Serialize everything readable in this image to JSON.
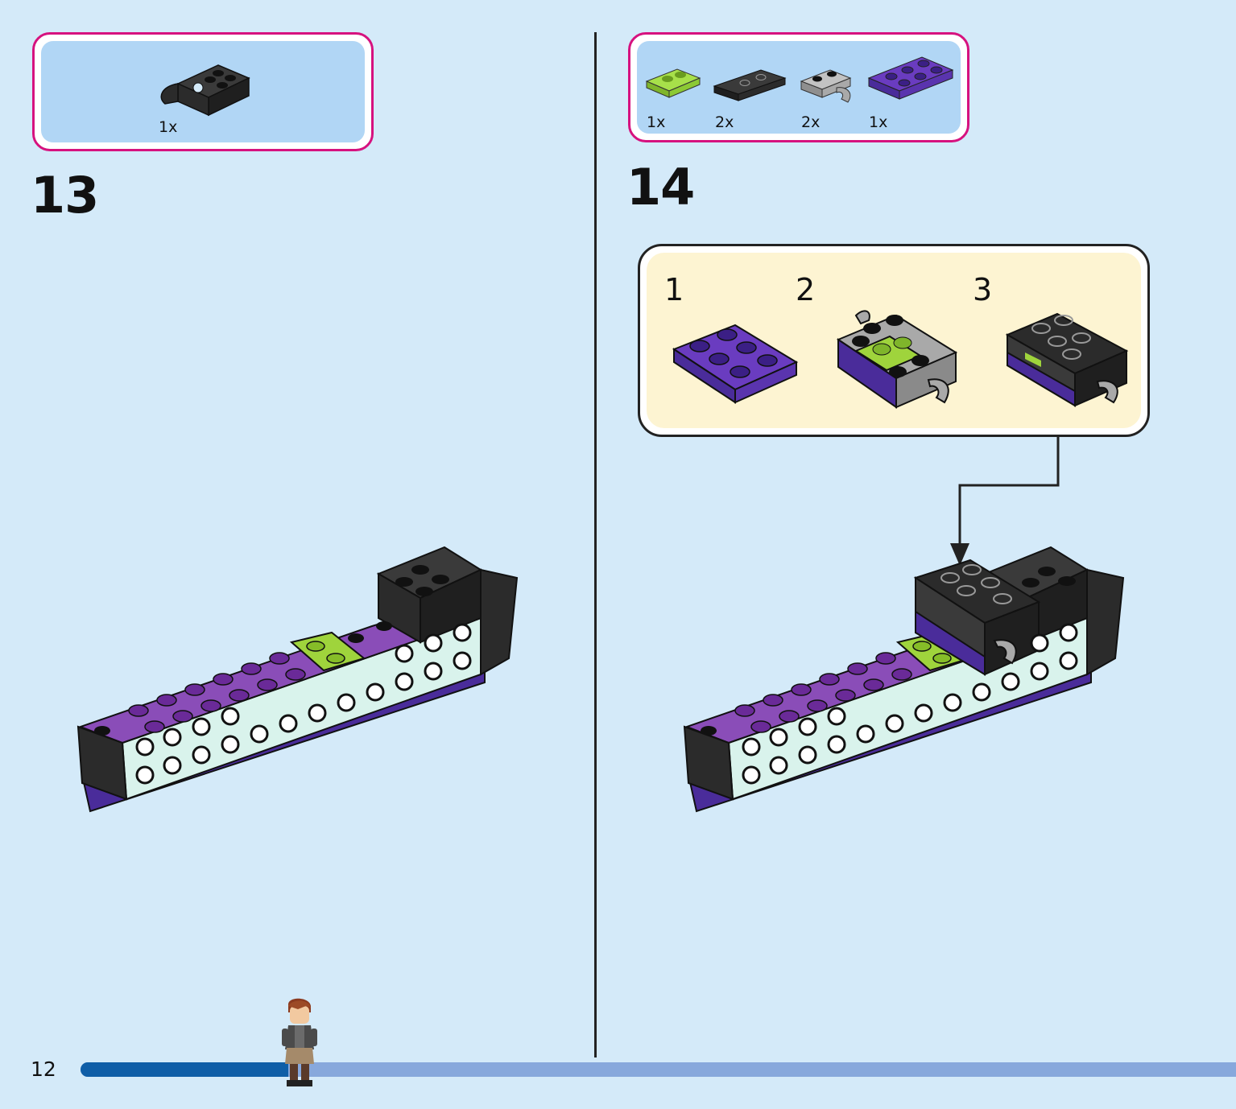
{
  "page": {
    "number": "12",
    "progress": 0.18
  },
  "steps": [
    {
      "number": "13",
      "parts": [
        {
          "qty": "1x",
          "piece": "black-clip-brick"
        }
      ]
    },
    {
      "number": "14",
      "parts": [
        {
          "qty": "1x",
          "piece": "lime-plate-1x2"
        },
        {
          "qty": "2x",
          "piece": "black-tile-1x2"
        },
        {
          "qty": "2x",
          "piece": "grey-clip-plate"
        },
        {
          "qty": "1x",
          "piece": "purple-plate-2x3"
        }
      ],
      "substeps": [
        "1",
        "2",
        "3"
      ]
    }
  ],
  "colors": {
    "background": "#d4eaf9",
    "callout_border": "#d6127f",
    "callout_fill": "#b1d6f5",
    "subpanel_fill": "#fdf4d2",
    "progress_done": "#0f5ea7",
    "progress_todo": "#87a8dc",
    "purple": "#7a3aa8",
    "dark_purple": "#4a2c9a",
    "lime": "#9fd43c",
    "mint": "#d9f3ec",
    "black_brick": "#2b2b2b",
    "grey_brick": "#a9a9a9"
  }
}
